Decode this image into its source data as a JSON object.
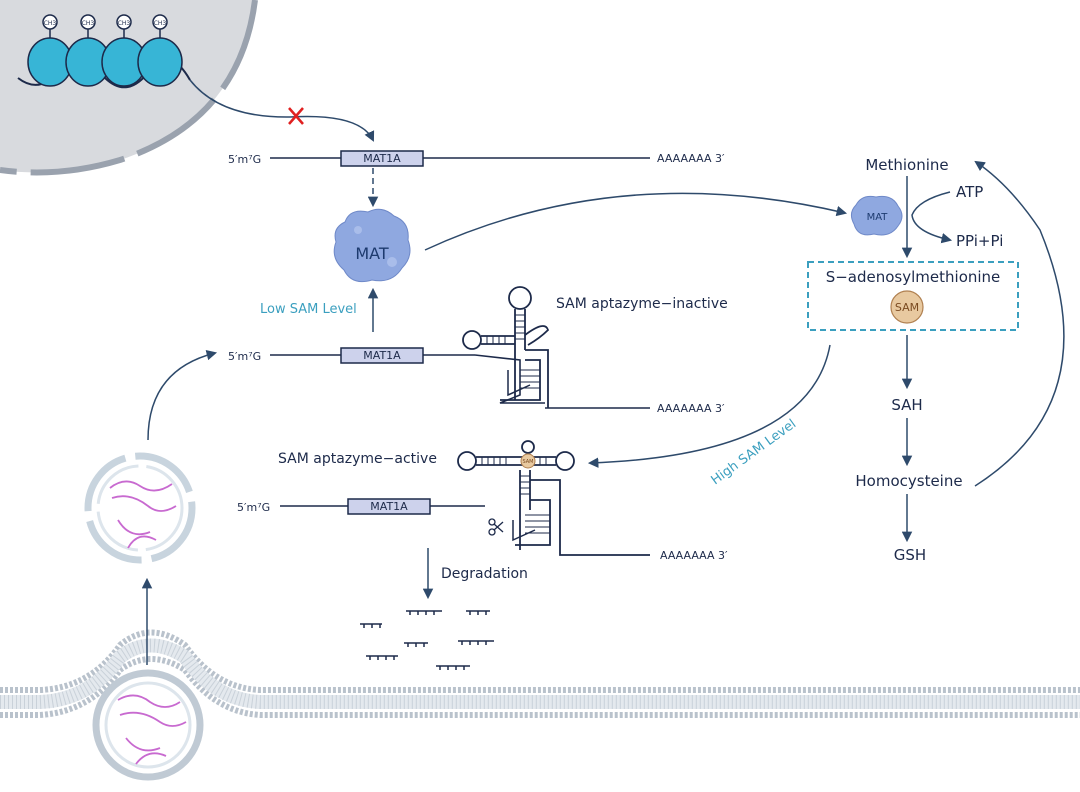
{
  "labels": {
    "methyl_group": "CH3",
    "cap": "5′m⁷G",
    "gene": "MAT1A",
    "polya": "AAAAAAA 3′",
    "mat_large": "MAT",
    "mat_small": "MAT",
    "low_sam": "Low SAM Level",
    "high_sam": "High SAM Level",
    "aptazyme_inactive": "SAM aptazyme−inactive",
    "aptazyme_active": "SAM aptazyme−active",
    "sam_small": "SAM",
    "degradation": "Degradation"
  },
  "pathway": {
    "methionine": "Methionine",
    "atp": "ATP",
    "ppi": "PPi+Pi",
    "sam_full": "S−adenosylmethionine",
    "sam": "SAM",
    "sah": "SAH",
    "homocysteine": "Homocysteine",
    "gsh": "GSH"
  },
  "colors": {
    "navy": "#1d2a4a",
    "arrow": "#2e4a6b",
    "teal": "#3b9fbf",
    "nucleus": "#d8dade",
    "membrane": "#b9c2cc",
    "nucleosome": "#37b5d6",
    "mat_protein": "#8fa8e0",
    "sam_fill": "#e8c9a0",
    "rna_purple": "#c86ad0",
    "inhibit": "#e02020"
  }
}
